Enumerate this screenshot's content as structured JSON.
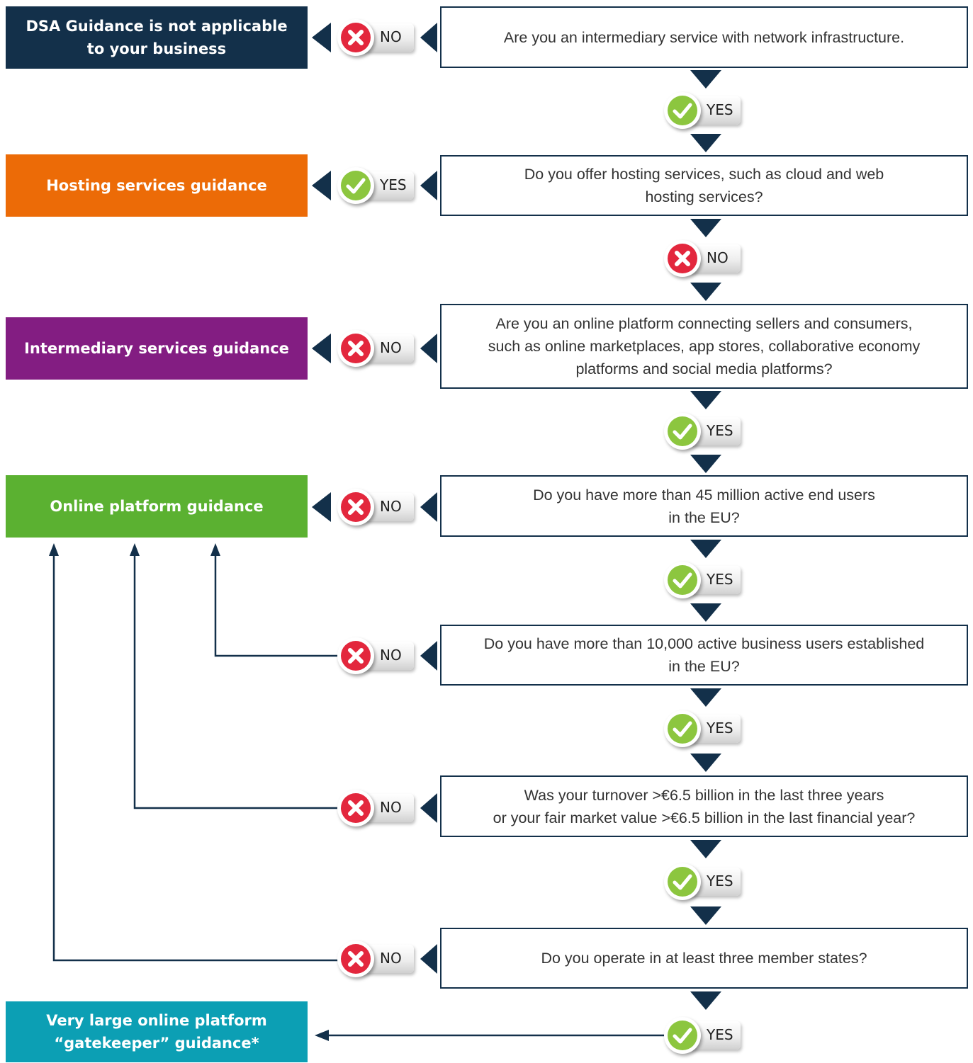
{
  "outcomes": {
    "not_applicable": "DSA Guidance is not applicable to your business",
    "hosting": "Hosting services guidance",
    "intermediary": "Intermediary services guidance",
    "online_platform": "Online platform guidance",
    "gatekeeper": "Very large online platform “gatekeeper” guidance*"
  },
  "questions": {
    "q1": "Are you an intermediary service with network infrastructure.",
    "q2": "Do you offer hosting services, such as cloud and web\nhosting services?",
    "q3": "Are you an online platform connecting sellers and consumers,\nsuch as online marketplaces, app stores, collaborative economy\nplatforms and social media platforms?",
    "q4": "Do you have more than 45 million active end users\nin the EU?",
    "q5": "Do you have more than 10,000 active business users established\nin the EU?",
    "q6": "Was your turnover >€6.5 billion in the last three years\nor your fair market value >€6.5 billion in the last financial year?",
    "q7": "Do you operate in at least three member states?"
  },
  "labels": {
    "yes": "YES",
    "no": "NO"
  },
  "colors": {
    "navy": "#13304a",
    "not_applicable": "#13304a",
    "hosting": "#ec6b07",
    "intermediary": "#831d82",
    "online_platform": "#5bb131",
    "gatekeeper": "#0c9fb4",
    "yes_icon": "#8cc63f",
    "no_icon": "#e3273d"
  }
}
